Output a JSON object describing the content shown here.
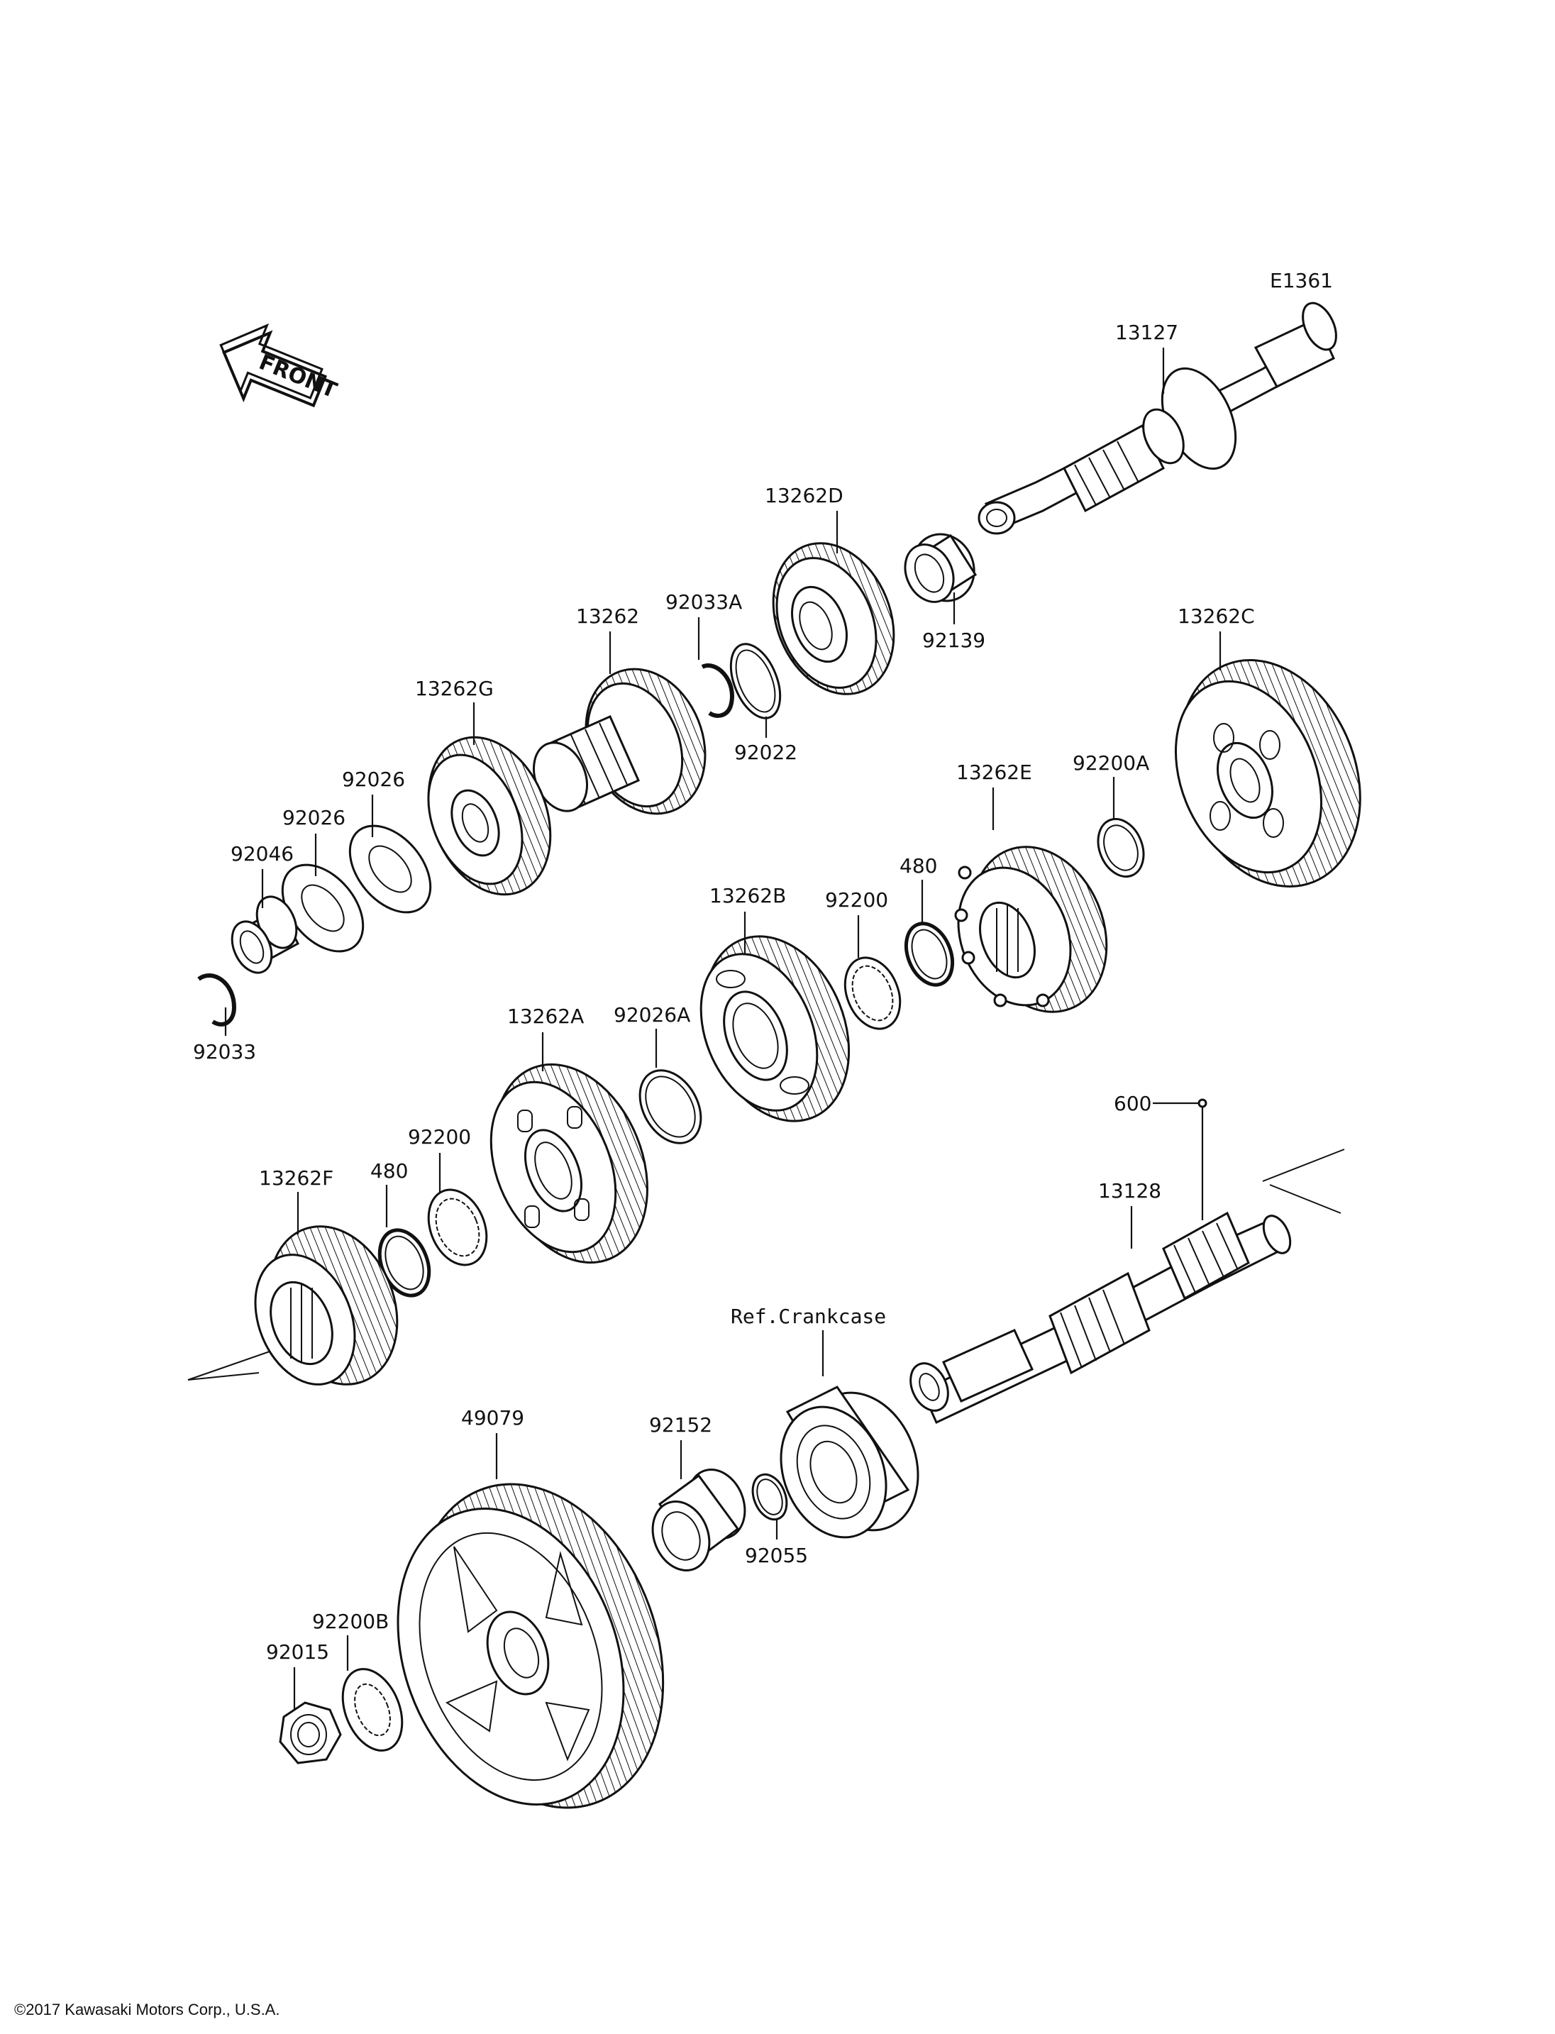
{
  "diagram_id": "E1361",
  "front_label": "FRONT",
  "copyright": "©2017 Kawasaki Motors Corp., U.S.A.",
  "parts": [
    {
      "id": "13127"
    },
    {
      "id": "13262D"
    },
    {
      "id": "92139"
    },
    {
      "id": "13262"
    },
    {
      "id": "92033A"
    },
    {
      "id": "92022"
    },
    {
      "id": "13262C"
    },
    {
      "id": "13262G"
    },
    {
      "id": "92026a",
      "label": "92026"
    },
    {
      "id": "92026b",
      "label": "92026"
    },
    {
      "id": "92046"
    },
    {
      "id": "92033"
    },
    {
      "id": "13262E"
    },
    {
      "id": "92200A"
    },
    {
      "id": "13262B"
    },
    {
      "id": "92200a",
      "label": "92200"
    },
    {
      "id": "480a",
      "label": "480"
    },
    {
      "id": "13262A"
    },
    {
      "id": "92026A"
    },
    {
      "id": "600"
    },
    {
      "id": "13128"
    },
    {
      "id": "92200b",
      "label": "92200"
    },
    {
      "id": "480b",
      "label": "480"
    },
    {
      "id": "13262F"
    },
    {
      "id": "Ref.Crankcase",
      "label": "Ref.Crankcase"
    },
    {
      "id": "49079"
    },
    {
      "id": "92152"
    },
    {
      "id": "92055"
    },
    {
      "id": "92200B"
    },
    {
      "id": "92015"
    }
  ]
}
